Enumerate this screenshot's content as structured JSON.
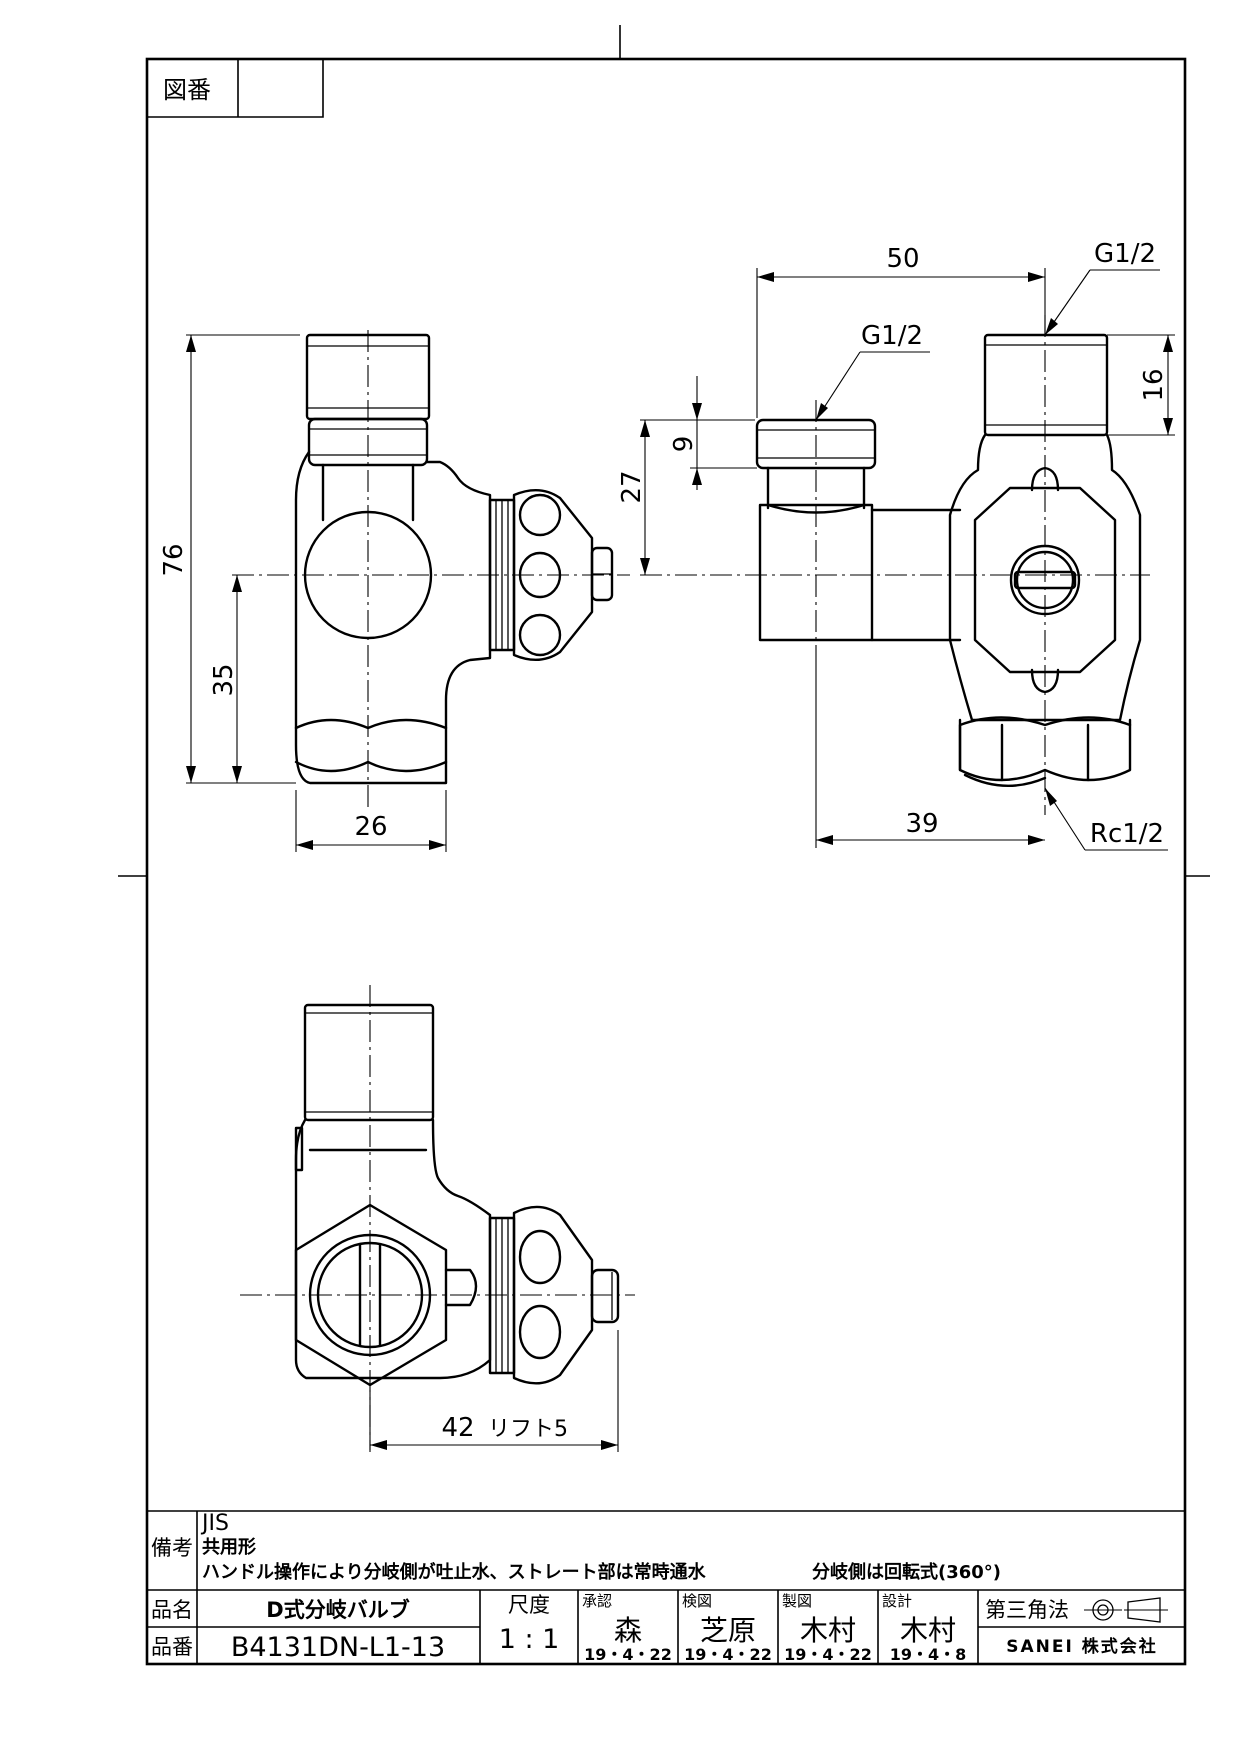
{
  "drawing_number_label": "図番",
  "drawing_number_value": "",
  "dimensions": {
    "height_76": "76",
    "height_35": "35",
    "width_26": "26",
    "width_50": "50",
    "width_39": "39",
    "height_27": "27",
    "height_9": "9",
    "height_16": "16",
    "thread_g_left": "G1/2",
    "thread_g_right": "G1/2",
    "thread_rc": "Rc1/2",
    "width_42": "42",
    "lift_label": "リフト5"
  },
  "remarks": {
    "label": "備考",
    "line1": "JIS",
    "line2": "共用形",
    "line3": "ハンドル操作により分岐側が吐止水、ストレート部は常時通水",
    "line4": "分岐側は回転式(360°)"
  },
  "title_block": {
    "name_label": "品名",
    "name_value": "D式分岐バルブ",
    "part_label": "品番",
    "part_value": "B4131DN-L1-13",
    "scale_label": "尺度",
    "scale_value": "1 : 1",
    "approvals": [
      {
        "role": "承認",
        "name": "森",
        "date": "19・4・22"
      },
      {
        "role": "検図",
        "name": "芝原",
        "date": "19・4・22"
      },
      {
        "role": "製図",
        "name": "木村",
        "date": "19・4・22"
      },
      {
        "role": "設計",
        "name": "木村",
        "date": "19・4・8"
      }
    ],
    "projection_label": "第三角法",
    "company": "SANEI 株式会社"
  }
}
